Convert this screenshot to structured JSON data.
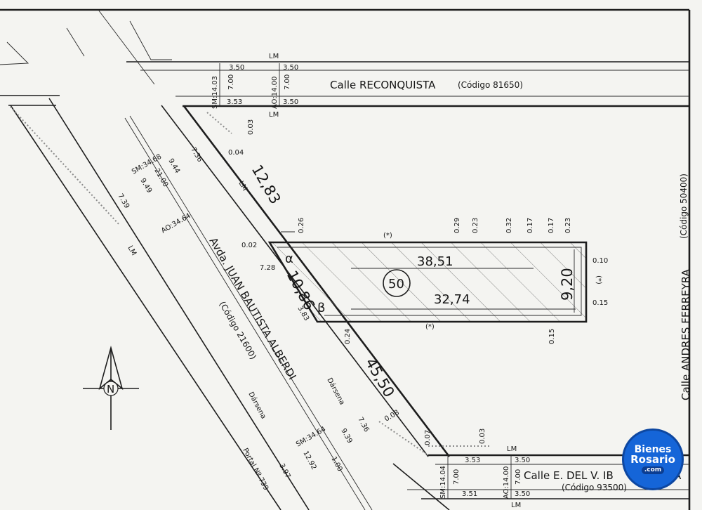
{
  "streets": {
    "reconquista": "Calle RECONQUISTA",
    "reconquista_code": "(Código 81650)",
    "ferreyra": "Calle ANDRES FERREYRA",
    "ferreyra_code": "(Código 50400)",
    "alberdi": "Avda. JUAN BAUTISTA ALBERDI",
    "alberdi_code": "(Código 21600)",
    "del_valle": "Calle E. DEL V. IB",
    "del_valle_tail": "A",
    "del_valle_code": "(Código 93500)"
  },
  "lot": {
    "number": "50",
    "north_side": "38,51",
    "south_side": "32,74",
    "front": "10,86",
    "depth": "9,20",
    "angle_a": "α",
    "angle_b": "β",
    "note": "(*)"
  },
  "block": {
    "front_total": "45,50",
    "corner_top": "12,83"
  },
  "dims": {
    "lm": "LM",
    "sm_top": "SM:14.03",
    "ao_top": "AO:14.00",
    "w_350": "3.50",
    "w_353": "3.53",
    "w_700": "7.00",
    "d_003": "0.03",
    "sm_avda_top": "SM:34.68",
    "ao_avda": "AO:34.64",
    "sm_avda_bot": "SM:34.64",
    "w_739": "7.39",
    "w_949": "9.49",
    "w_1000": "21.00",
    "w_944": "9.44",
    "w_736": "7.36",
    "w_004": "0.04",
    "w_002": "0.02",
    "w_728": "7.28",
    "w_383": "3.83",
    "w_026": "0.26",
    "w_029": "0.29",
    "w_023": "0.23",
    "w_032": "0.32",
    "w_017": "0.17",
    "w_010": "0.10",
    "w_015": "0.15",
    "w_024": "0.24",
    "w_008": "0.08",
    "w_007": "0.07",
    "w_939": "9.39",
    "w_1292": "12.92",
    "w_100": "1.00",
    "w_397": "3.97",
    "sm_bot": "SM:14.04",
    "ao_bot": "AO:14.00",
    "w_351": "3.51",
    "portal": "Portal Nº 739",
    "darsena": "Dársena"
  },
  "north": "N",
  "logo": {
    "line1": "Bienes",
    "line2": "Rosario",
    "line3": ".com"
  }
}
